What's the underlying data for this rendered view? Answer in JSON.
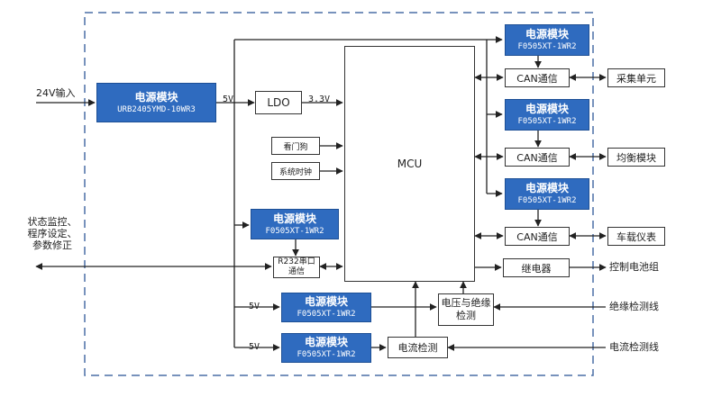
{
  "colors": {
    "module_fill": "#2f6bbf",
    "line": "#222222",
    "border_dash": "#4a6fa5"
  },
  "inputs": {
    "v24": "24V输入",
    "status_1": "状态监控、",
    "status_2": "程序设定、",
    "status_3": "参数修正"
  },
  "main_power": {
    "title": "电源模块",
    "model": "URB2405YMD-10WR3"
  },
  "rail_5v": "5V",
  "ldo": "LDO",
  "rail_3v3": "3.3V",
  "watchdog": "看门狗",
  "sys_clock": "系统时钟",
  "mcu": "MCU",
  "rs232_module": {
    "title": "电源模块",
    "model": "F0505XT-1WR2"
  },
  "rs232_comm": "R232串口通信",
  "can_groups": [
    {
      "module_title": "电源模块",
      "module_model": "F0505XT-1WR2",
      "can_label": "CAN通信",
      "target": "采集单元"
    },
    {
      "module_title": "电源模块",
      "module_model": "F0505XT-1WR2",
      "can_label": "CAN通信",
      "target": "均衡模块"
    },
    {
      "module_title": "电源模块",
      "module_model": "F0505XT-1WR2",
      "can_label": "CAN通信",
      "target": "车载仪表"
    }
  ],
  "relay": "继电器",
  "relay_target": "控制电池组",
  "volt_module": {
    "rail": "5V",
    "title": "电源模块",
    "model": "F0505XT-1WR2"
  },
  "curr_module": {
    "rail": "5V",
    "title": "电源模块",
    "model": "F0505XT-1WR2"
  },
  "volt_detect": "电压与绝缘检测",
  "curr_detect": "电流检测",
  "insulation_line": "绝缘检测线",
  "current_line": "电流检测线"
}
